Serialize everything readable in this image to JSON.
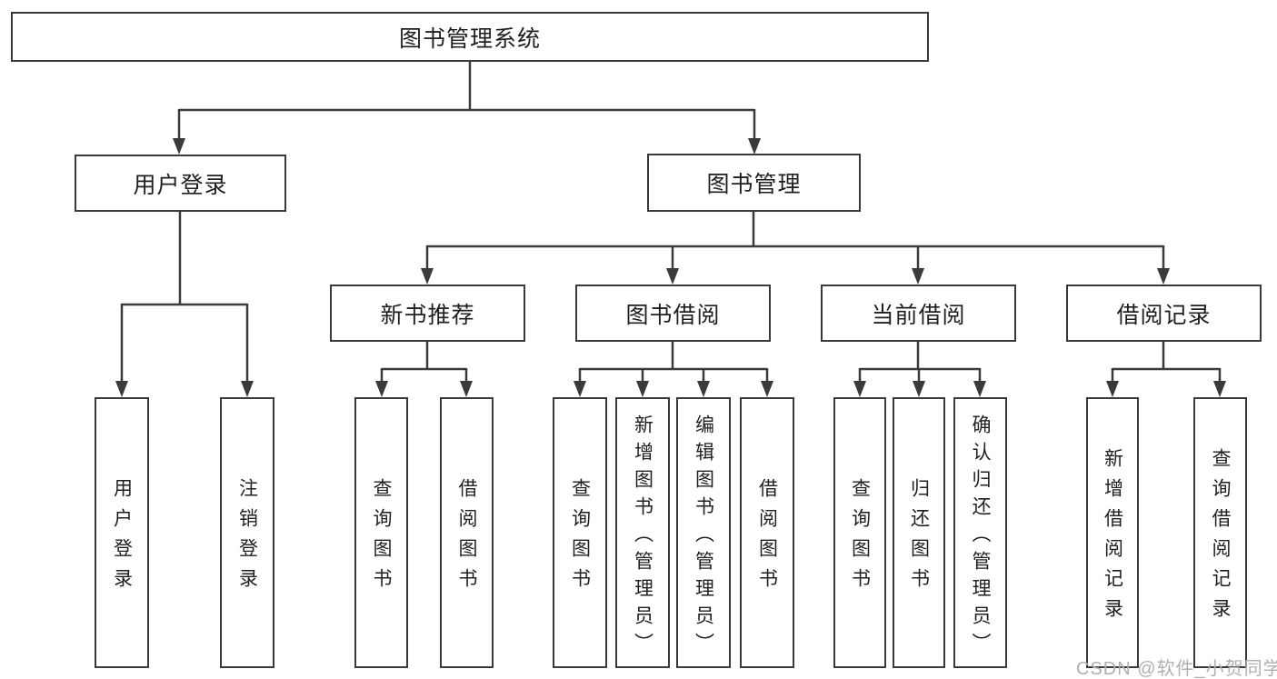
{
  "diagram": {
    "root": {
      "label": "图书管理系统"
    },
    "level2": [
      {
        "label": "用户登录"
      },
      {
        "label": "图书管理"
      }
    ],
    "level3": [
      {
        "label": "新书推荐"
      },
      {
        "label": "图书借阅"
      },
      {
        "label": "当前借阅"
      },
      {
        "label": "借阅记录"
      }
    ],
    "leaves": {
      "user_login": [
        {
          "label": "用户登录"
        },
        {
          "label": "注销登录"
        }
      ],
      "new_book_recommend": [
        {
          "label": "查询图书"
        },
        {
          "label": "借阅图书"
        }
      ],
      "book_borrowing": [
        {
          "label": "查询图书"
        },
        {
          "label": "新增图书（管理员）"
        },
        {
          "label": "编辑图书（管理员）"
        },
        {
          "label": "借阅图书"
        }
      ],
      "current_borrowing": [
        {
          "label": "查询图书"
        },
        {
          "label": "归还图书"
        },
        {
          "label": "确认归还（管理员）"
        }
      ],
      "borrowing_records": [
        {
          "label": "新增借阅记录"
        },
        {
          "label": "查询借阅记录"
        }
      ]
    }
  },
  "watermark": {
    "text": "CSDN @软件_小贺同学"
  },
  "colors": {
    "line": "#3a3a3a",
    "text": "#1f1f1f",
    "watermark": "#b0b0b0",
    "background": "#ffffff"
  }
}
